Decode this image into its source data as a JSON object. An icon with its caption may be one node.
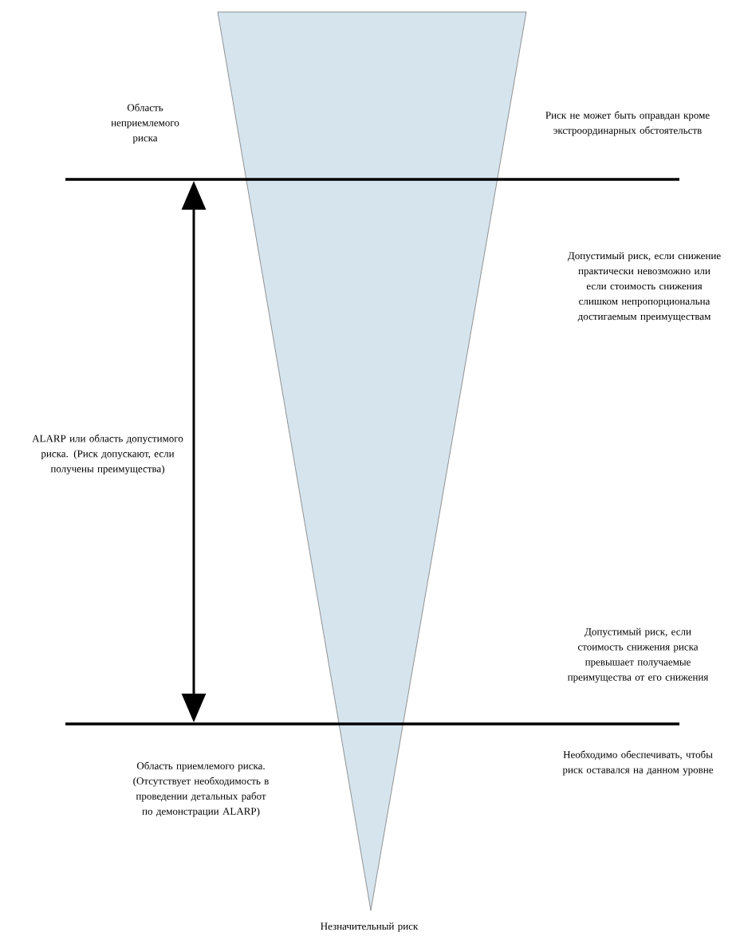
{
  "diagram": {
    "labels": [
      "Область неприемлемого риска",
      "Риск не может быть оправдан кроме экстроординарных обстоятельств",
      "Допустимый риск, если снижение практически невозможно или если стоимость снижения слишком непропорциональна достигаемым преимуществам",
      "ALARP или область допустимого риска. (Риск допускают, если получены преимущества)",
      "Допустимый риск, если стоимость снижения риска превышает получаемые преимущества от его снижения",
      "Область приемлемого риска. (Отсутствует необходимость в проведении детальных работ по демонстрации ALARP)",
      "Необходимо обеспечивать, чтобы риск оставался на данном уровне",
      "Незначительный риск"
    ]
  }
}
